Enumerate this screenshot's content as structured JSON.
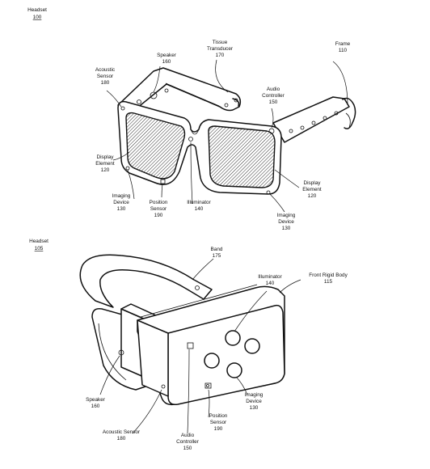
{
  "figures": {
    "glasses": {
      "title": "Headset",
      "number": "100",
      "labels": {
        "speaker": [
          "Speaker",
          "160"
        ],
        "tissue_transducer": [
          "Tissue",
          "Transducer",
          "170"
        ],
        "frame": [
          "Frame",
          "110"
        ],
        "acoustic_sensor": [
          "Acoustic",
          "Sensor",
          "180"
        ],
        "audio_controller": [
          "Audio",
          "Controller",
          "150"
        ],
        "display_element_left": [
          "Display",
          "Element",
          "120"
        ],
        "display_element_right": [
          "Display",
          "Element",
          "120"
        ],
        "imaging_device_left": [
          "Imaging",
          "Device",
          "130"
        ],
        "position_sensor": [
          "Position",
          "Sensor",
          "190"
        ],
        "illuminator": [
          "Illuminator",
          "140"
        ],
        "imaging_device_right": [
          "Imaging",
          "Device",
          "130"
        ]
      }
    },
    "hmd": {
      "title": "Headset",
      "number": "105",
      "labels": {
        "band": [
          "Band",
          "175"
        ],
        "illuminator": [
          "Illuminator",
          "140"
        ],
        "front_rigid_body": [
          "Front Rigid Body",
          "115"
        ],
        "speaker": [
          "Speaker",
          "160"
        ],
        "imaging_device": [
          "Imaging",
          "Device",
          "130"
        ],
        "acoustic_sensor": [
          "Acoustic Sensor",
          "180"
        ],
        "position_sensor": [
          "Position",
          "Sensor",
          "190"
        ],
        "audio_controller": [
          "Audio",
          "Controller",
          "150"
        ]
      }
    }
  }
}
